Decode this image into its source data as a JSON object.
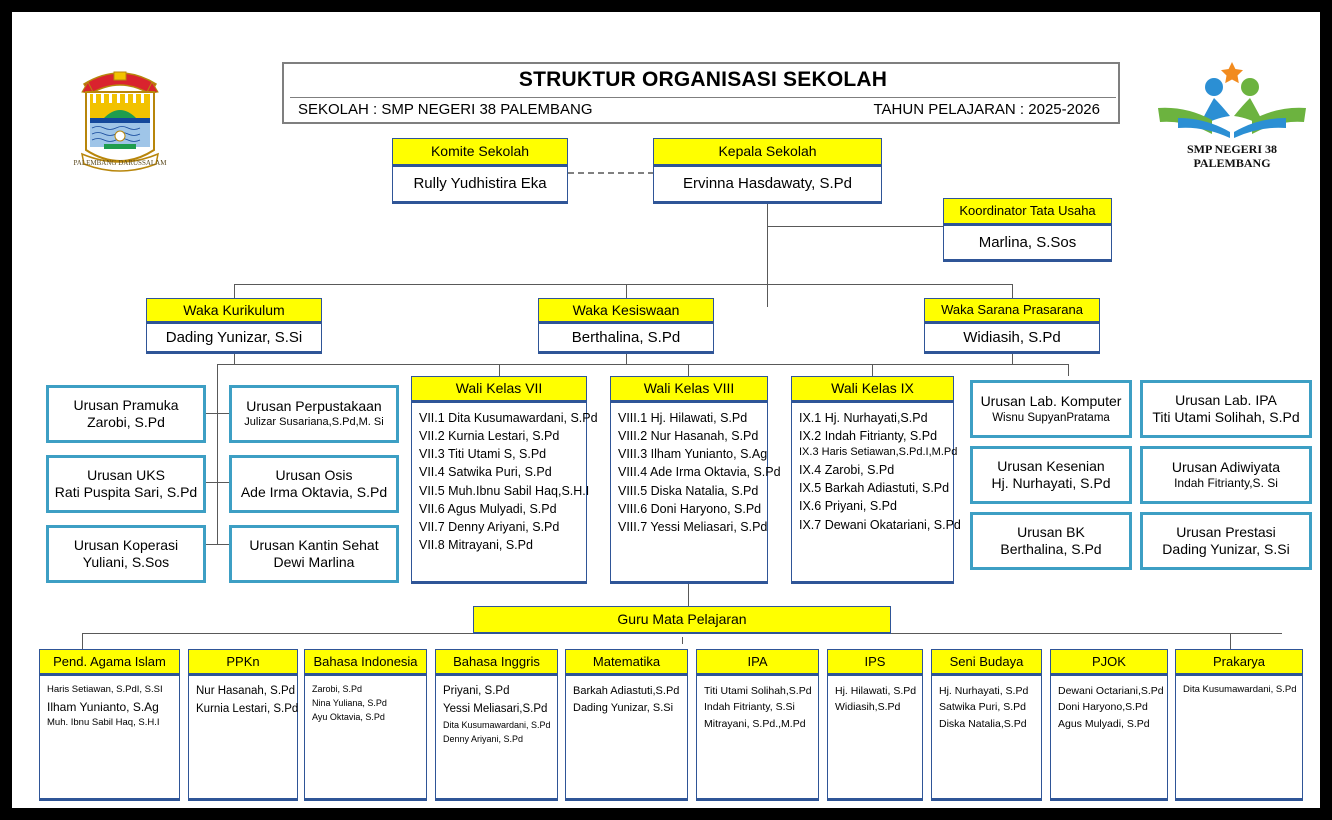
{
  "header": {
    "title": "STRUKTUR ORGANISASI SEKOLAH",
    "school_line": "SEKOLAH : SMP NEGERI 38 PALEMBANG",
    "year_line": "TAHUN PELAJARAN : 2025-2026",
    "left_logo_name": "palembang-city-emblem",
    "right_logo_name": "smp-negeri-38-palembang-logo",
    "right_logo_text_line1": "SMP NEGERI 38",
    "right_logo_text_line2": "PALEMBANG"
  },
  "colors": {
    "header_yellow": "#ffff00",
    "box_border_blue": "#2f5597",
    "teal_border": "#3d9fc4",
    "line_gray": "#595959",
    "frame_black": "#000000",
    "page_white": "#ffffff"
  },
  "top": {
    "komite": {
      "title": "Komite Sekolah",
      "name": "Rully Yudhistira Eka"
    },
    "kepala": {
      "title": "Kepala Sekolah",
      "name": "Ervinna Hasdawaty, S.Pd"
    },
    "tata_usaha": {
      "title": "Koordinator Tata Usaha",
      "name": "Marlina, S.Sos"
    }
  },
  "waka": [
    {
      "title": "Waka Kurikulum",
      "name": "Dading Yunizar, S.Si"
    },
    {
      "title": "Waka Kesiswaan",
      "name": "Berthalina, S.Pd"
    },
    {
      "title": "Waka Sarana Prasarana",
      "name": "Widiasih, S.Pd"
    }
  ],
  "urusan_left": [
    {
      "title": "Urusan Pramuka",
      "name": "Zarobi, S.Pd"
    },
    {
      "title": "Urusan UKS",
      "name": "Rati Puspita Sari, S.Pd"
    },
    {
      "title": "Urusan Koperasi",
      "name": "Yuliani, S.Sos"
    }
  ],
  "urusan_left2": [
    {
      "title": "Urusan Perpustakaan",
      "name": "Julizar Susariana,S.Pd,M. Si"
    },
    {
      "title": "Urusan Osis",
      "name": "Ade Irma Oktavia, S.Pd"
    },
    {
      "title": "Urusan Kantin Sehat",
      "name": "Dewi Marlina"
    }
  ],
  "urusan_right": [
    {
      "title": "Urusan Lab. Komputer",
      "name": "Wisnu SupyanPratama"
    },
    {
      "title": "Urusan Kesenian",
      "name": "Hj. Nurhayati, S.Pd"
    },
    {
      "title": "Urusan BK",
      "name": "Berthalina, S.Pd"
    }
  ],
  "urusan_right2": [
    {
      "title": "Urusan Lab. IPA",
      "name": "Titi Utami Solihah, S.Pd"
    },
    {
      "title": "Urusan Adiwiyata",
      "name": "Indah Fitrianty,S. Si"
    },
    {
      "title": "Urusan Prestasi",
      "name": "Dading Yunizar, S.Si"
    }
  ],
  "wali_kelas": [
    {
      "title": "Wali Kelas VII",
      "items": [
        "VII.1 Dita Kusumawardani, S.Pd",
        "VII.2 Kurnia Lestari, S.Pd",
        "VII.3 Titi Utami S, S.Pd",
        "VII.4 Satwika Puri, S.Pd",
        "VII.5 Muh.Ibnu Sabil Haq,S.H.I",
        "VII.6 Agus Mulyadi, S.Pd",
        "VII.7 Denny Ariyani, S.Pd",
        "VII.8 Mitrayani, S.Pd"
      ]
    },
    {
      "title": "Wali Kelas VIII",
      "items": [
        "VIII.1 Hj. Hilawati, S.Pd",
        "VIII.2 Nur Hasanah, S.Pd",
        "VIII.3 Ilham Yunianto, S.Ag",
        "VIII.4 Ade Irma Oktavia, S.Pd",
        "VIII.5 Diska Natalia, S.Pd",
        "VIII.6 Doni Haryono, S.Pd",
        "VIII.7 Yessi Meliasari, S.Pd"
      ]
    },
    {
      "title": "Wali Kelas IX",
      "items": [
        "IX.1 Hj. Nurhayati,S.Pd",
        "IX.2 Indah Fitrianty, S.Pd",
        "IX.3 Haris Setiawan,S.Pd.I,M.Pd",
        "IX.4 Zarobi, S.Pd",
        "IX.5 Barkah Adiastuti, S.Pd",
        "IX.6 Priyani, S.Pd",
        "IX.7 Dewani Okatariani, S.Pd"
      ]
    }
  ],
  "guru_bar": {
    "title": "Guru Mata Pelajaran"
  },
  "subjects": [
    {
      "title": "Pend. Agama Islam",
      "teachers": [
        "Haris Setiawan, S.PdI, S.SI",
        "Ilham Yunianto, S.Ag",
        "Muh. Ibnu Sabil Haq, S.H.I"
      ]
    },
    {
      "title": "PPKn",
      "teachers": [
        "Nur Hasanah, S.Pd",
        "Kurnia Lestari, S.Pd"
      ]
    },
    {
      "title": "Bahasa Indonesia",
      "teachers": [
        "Zarobi, S.Pd",
        "Nina Yuliana, S.Pd",
        "Ayu Oktavia, S.Pd"
      ]
    },
    {
      "title": "Bahasa Inggris",
      "teachers": [
        "Priyani, S.Pd",
        "Yessi Meliasari,S.Pd",
        "Dita Kusumawardani, S.Pd",
        "Denny Ariyani, S.Pd"
      ]
    },
    {
      "title": "Matematika",
      "teachers": [
        "Barkah Adiastuti,S.Pd",
        "Dading Yunizar, S.Si"
      ]
    },
    {
      "title": "IPA",
      "teachers": [
        "Titi Utami Solihah,S.Pd",
        "Indah Fitrianty, S.Si",
        "Mitrayani, S.Pd.,M.Pd"
      ]
    },
    {
      "title": "IPS",
      "teachers": [
        "Hj. Hilawati, S.Pd",
        "Widiasih,S.Pd"
      ]
    },
    {
      "title": "Seni Budaya",
      "teachers": [
        "Hj. Nurhayati, S.Pd",
        "Satwika Puri, S.Pd",
        "Diska Natalia,S.Pd"
      ]
    },
    {
      "title": "PJOK",
      "teachers": [
        "Dewani Octariani,S.Pd",
        "Doni Haryono,S.Pd",
        "Agus Mulyadi, S.Pd"
      ]
    },
    {
      "title": "Prakarya",
      "teachers": [
        "Dita Kusumawardani, S.Pd"
      ]
    }
  ]
}
